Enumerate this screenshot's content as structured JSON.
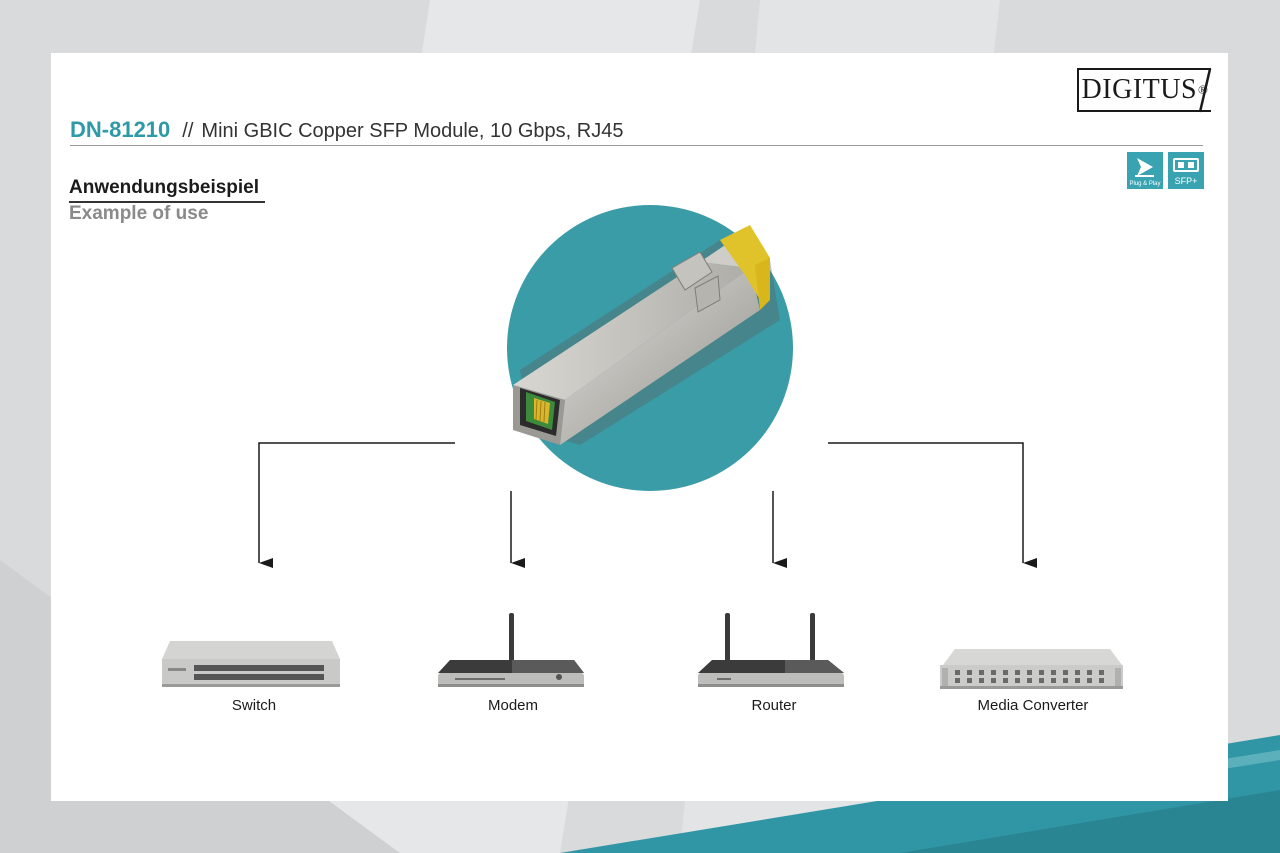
{
  "brand": {
    "logo_text": "DIGITUS",
    "registered": "®"
  },
  "product": {
    "code": "DN-81210",
    "separator": "//",
    "name": "Mini GBIC Copper SFP Module, 10 Gbps, RJ45"
  },
  "section": {
    "heading_de": "Anwendungsbeispiel",
    "heading_en": "Example of use"
  },
  "badges": [
    {
      "icon": "plug-and-play-icon",
      "label": "Plug & Play"
    },
    {
      "icon": "sfp-plus-icon",
      "label": "SFP+"
    }
  ],
  "devices": [
    {
      "icon": "switch-icon",
      "label": "Switch"
    },
    {
      "icon": "modem-icon",
      "label": "Modem"
    },
    {
      "icon": "router-icon",
      "label": "Router"
    },
    {
      "icon": "media-converter-icon",
      "label": "Media Converter"
    }
  ],
  "colors": {
    "accent": "#2f9aa7",
    "circle": "#3a9ca7",
    "badge": "#3aa3b2"
  }
}
